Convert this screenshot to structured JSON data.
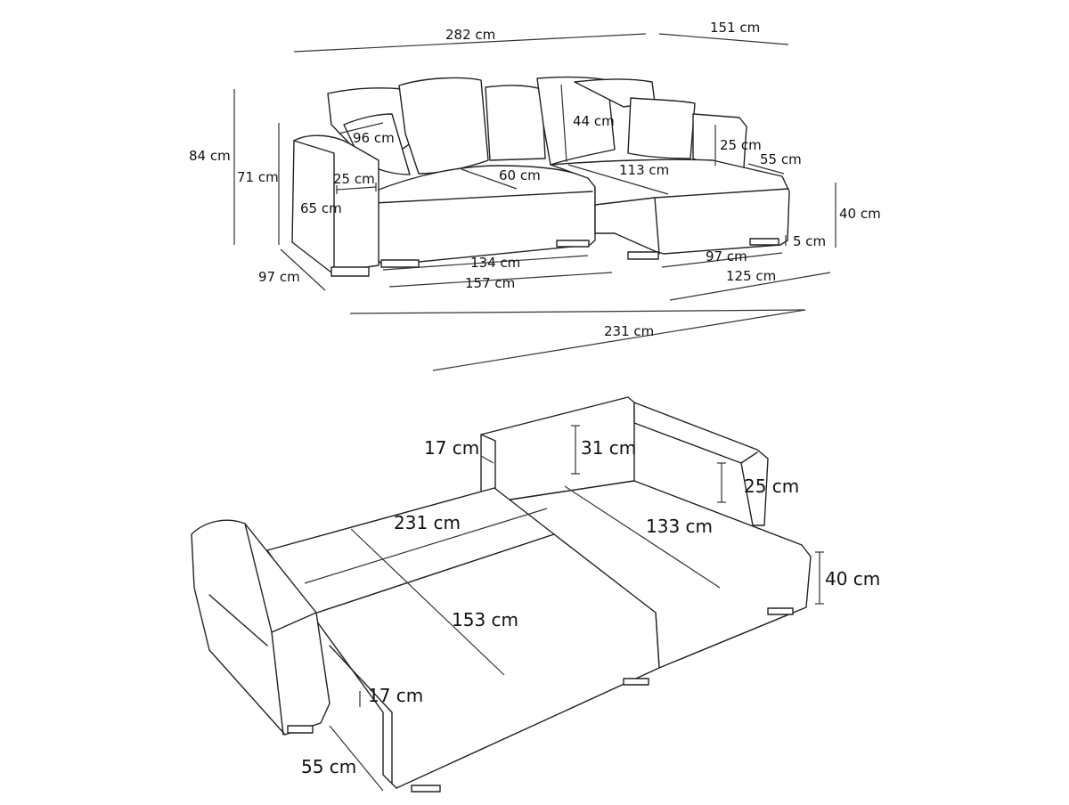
{
  "top_view": {
    "labels": {
      "d282": "282 cm",
      "d151": "151 cm",
      "d84": "84 cm",
      "d71": "71 cm",
      "d96": "96 cm",
      "d25a": "25 cm",
      "d65": "65 cm",
      "d60": "60 cm",
      "d44": "44 cm",
      "d113": "113 cm",
      "d25b": "25 cm",
      "d55": "55 cm",
      "d40": "40 cm",
      "d5": "5 cm",
      "d97a": "97 cm",
      "d97b": "97 cm",
      "d134": "134 cm",
      "d157": "157 cm",
      "d125": "125 cm",
      "d231": "231 cm"
    }
  },
  "bed_view": {
    "labels": {
      "d17a": "17 cm",
      "d31": "31 cm",
      "d25": "25 cm",
      "d231": "231 cm",
      "d133": "133 cm",
      "d40": "40 cm",
      "d153": "153 cm",
      "d17b": "17 cm",
      "d55": "55 cm"
    }
  }
}
